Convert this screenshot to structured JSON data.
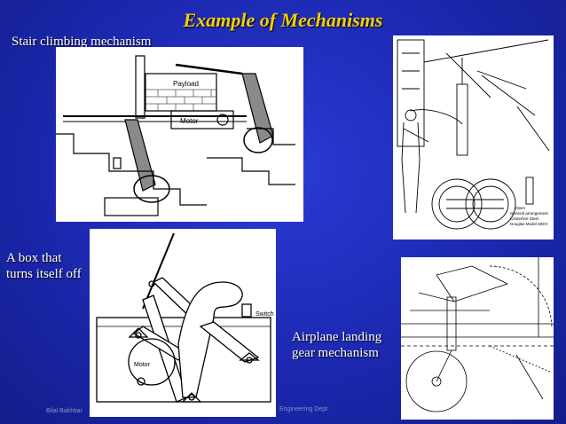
{
  "title": "Example of Mechanisms",
  "captions": {
    "stair": "Stair climbing mechanism",
    "box_line1": "A box that",
    "box_line2": "turns itself off",
    "airplane_line1": "Airplane landing",
    "airplane_line2": "gear mechanism"
  },
  "stair_figure": {
    "payload_label": "Payload",
    "motor_label": "Motor"
  },
  "box_figure": {
    "switch_label": "Switch",
    "motor_label": "Motor"
  },
  "landing_gear_figure": {
    "note_line1": "Open",
    "note_line2": "General arrangement",
    "note_line3": "Centerline Steel",
    "note_line4": "Douglas Model MDIII"
  },
  "footer": {
    "left": "Bilal Bakhtiar",
    "right": "Engineering Dept."
  }
}
